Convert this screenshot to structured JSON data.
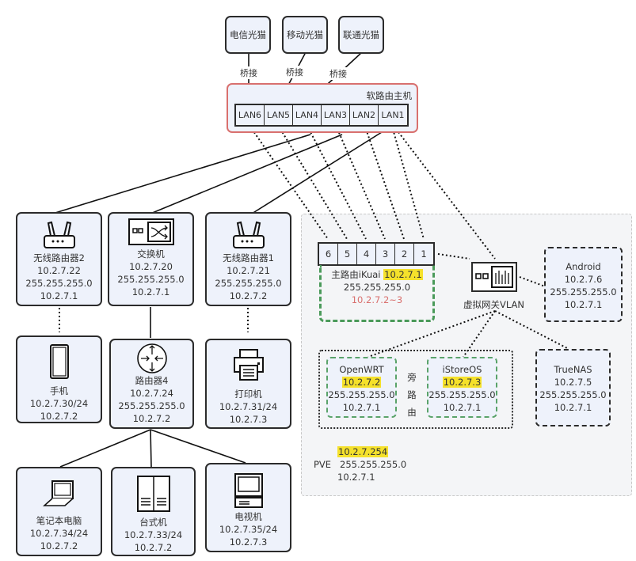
{
  "modems": [
    {
      "id": "telecom",
      "label": "电信光猫",
      "bridge": "桥接"
    },
    {
      "id": "mobile",
      "label": "移动光猫",
      "bridge": "桥接"
    },
    {
      "id": "unicom",
      "label": "联通光猫",
      "bridge": "桥接"
    }
  ],
  "soft_router": {
    "title": "软路由主机",
    "ports": [
      "LAN6",
      "LAN5",
      "LAN4",
      "LAN3",
      "LAN2",
      "LAN1"
    ]
  },
  "devices_row1": [
    {
      "icon": "wireless-router-icon",
      "name": "无线路由器2",
      "ip": "10.2.7.22",
      "mask": "255.255.255.0",
      "gw": "10.2.7.1"
    },
    {
      "icon": "switch-icon",
      "name": "交换机",
      "ip": "10.2.7.20",
      "mask": "255.255.255.0",
      "gw": "10.2.7.1"
    },
    {
      "icon": "wireless-router-icon",
      "name": "无线路由器1",
      "ip": "10.2.7.21",
      "mask": "255.255.255.0",
      "gw": "10.2.7.2"
    }
  ],
  "devices_row2": [
    {
      "icon": "phone-icon",
      "name": "手机",
      "ip": "10.2.7.30/24",
      "gw": "10.2.7.2"
    },
    {
      "icon": "router-icon",
      "name": "路由器4",
      "ip": "10.2.7.24",
      "mask": "255.255.255.0",
      "gw": "10.2.7.2"
    },
    {
      "icon": "printer-icon",
      "name": "打印机",
      "ip": "10.2.7.31/24",
      "gw": "10.2.7.3"
    }
  ],
  "devices_row3": [
    {
      "icon": "laptop-icon",
      "name": "笔记本电脑",
      "ip": "10.2.7.34/24",
      "gw": "10.2.7.2"
    },
    {
      "icon": "desktop-icon",
      "name": "台式机",
      "ip": "10.2.7.33/24",
      "gw": "10.2.7.2"
    },
    {
      "icon": "tv-icon",
      "name": "电视机",
      "ip": "10.2.7.35/24",
      "gw": "10.2.7.3"
    }
  ],
  "ikuai": {
    "ports": [
      "6",
      "5",
      "4",
      "3",
      "2",
      "1"
    ],
    "name": "主路由iKuai",
    "ip": "10.2.7.1",
    "mask": "255.255.255.0",
    "dhcp_gw": "10.2.7.2~3"
  },
  "vlan": {
    "label": "虚拟网关VLAN"
  },
  "android": {
    "name": "Android",
    "ip": "10.2.7.6",
    "mask": "255.255.255.0",
    "gw": "10.2.7.1"
  },
  "side_routers": {
    "group_label": "旁路由",
    "openwrt": {
      "name": "OpenWRT",
      "ip": "10.2.7.2",
      "mask": "255.255.255.0",
      "gw": "10.2.7.1"
    },
    "istoreos": {
      "name": "iStoreOS",
      "ip": "10.2.7.3",
      "mask": "255.255.255.0",
      "gw": "10.2.7.1"
    }
  },
  "truenas": {
    "name": "TrueNAS",
    "ip": "10.2.7.5",
    "mask": "255.255.255.0",
    "gw": "10.2.7.1"
  },
  "pve": {
    "label": "PVE",
    "ip": "10.2.7.254",
    "mask": "255.255.255.0",
    "gw": "10.2.7.1"
  },
  "colors": {
    "highlight": "#f5e12b",
    "host_border": "#d9706e",
    "ikuai_border": "#4a9a5a",
    "box_fill": "#eef2fb"
  }
}
